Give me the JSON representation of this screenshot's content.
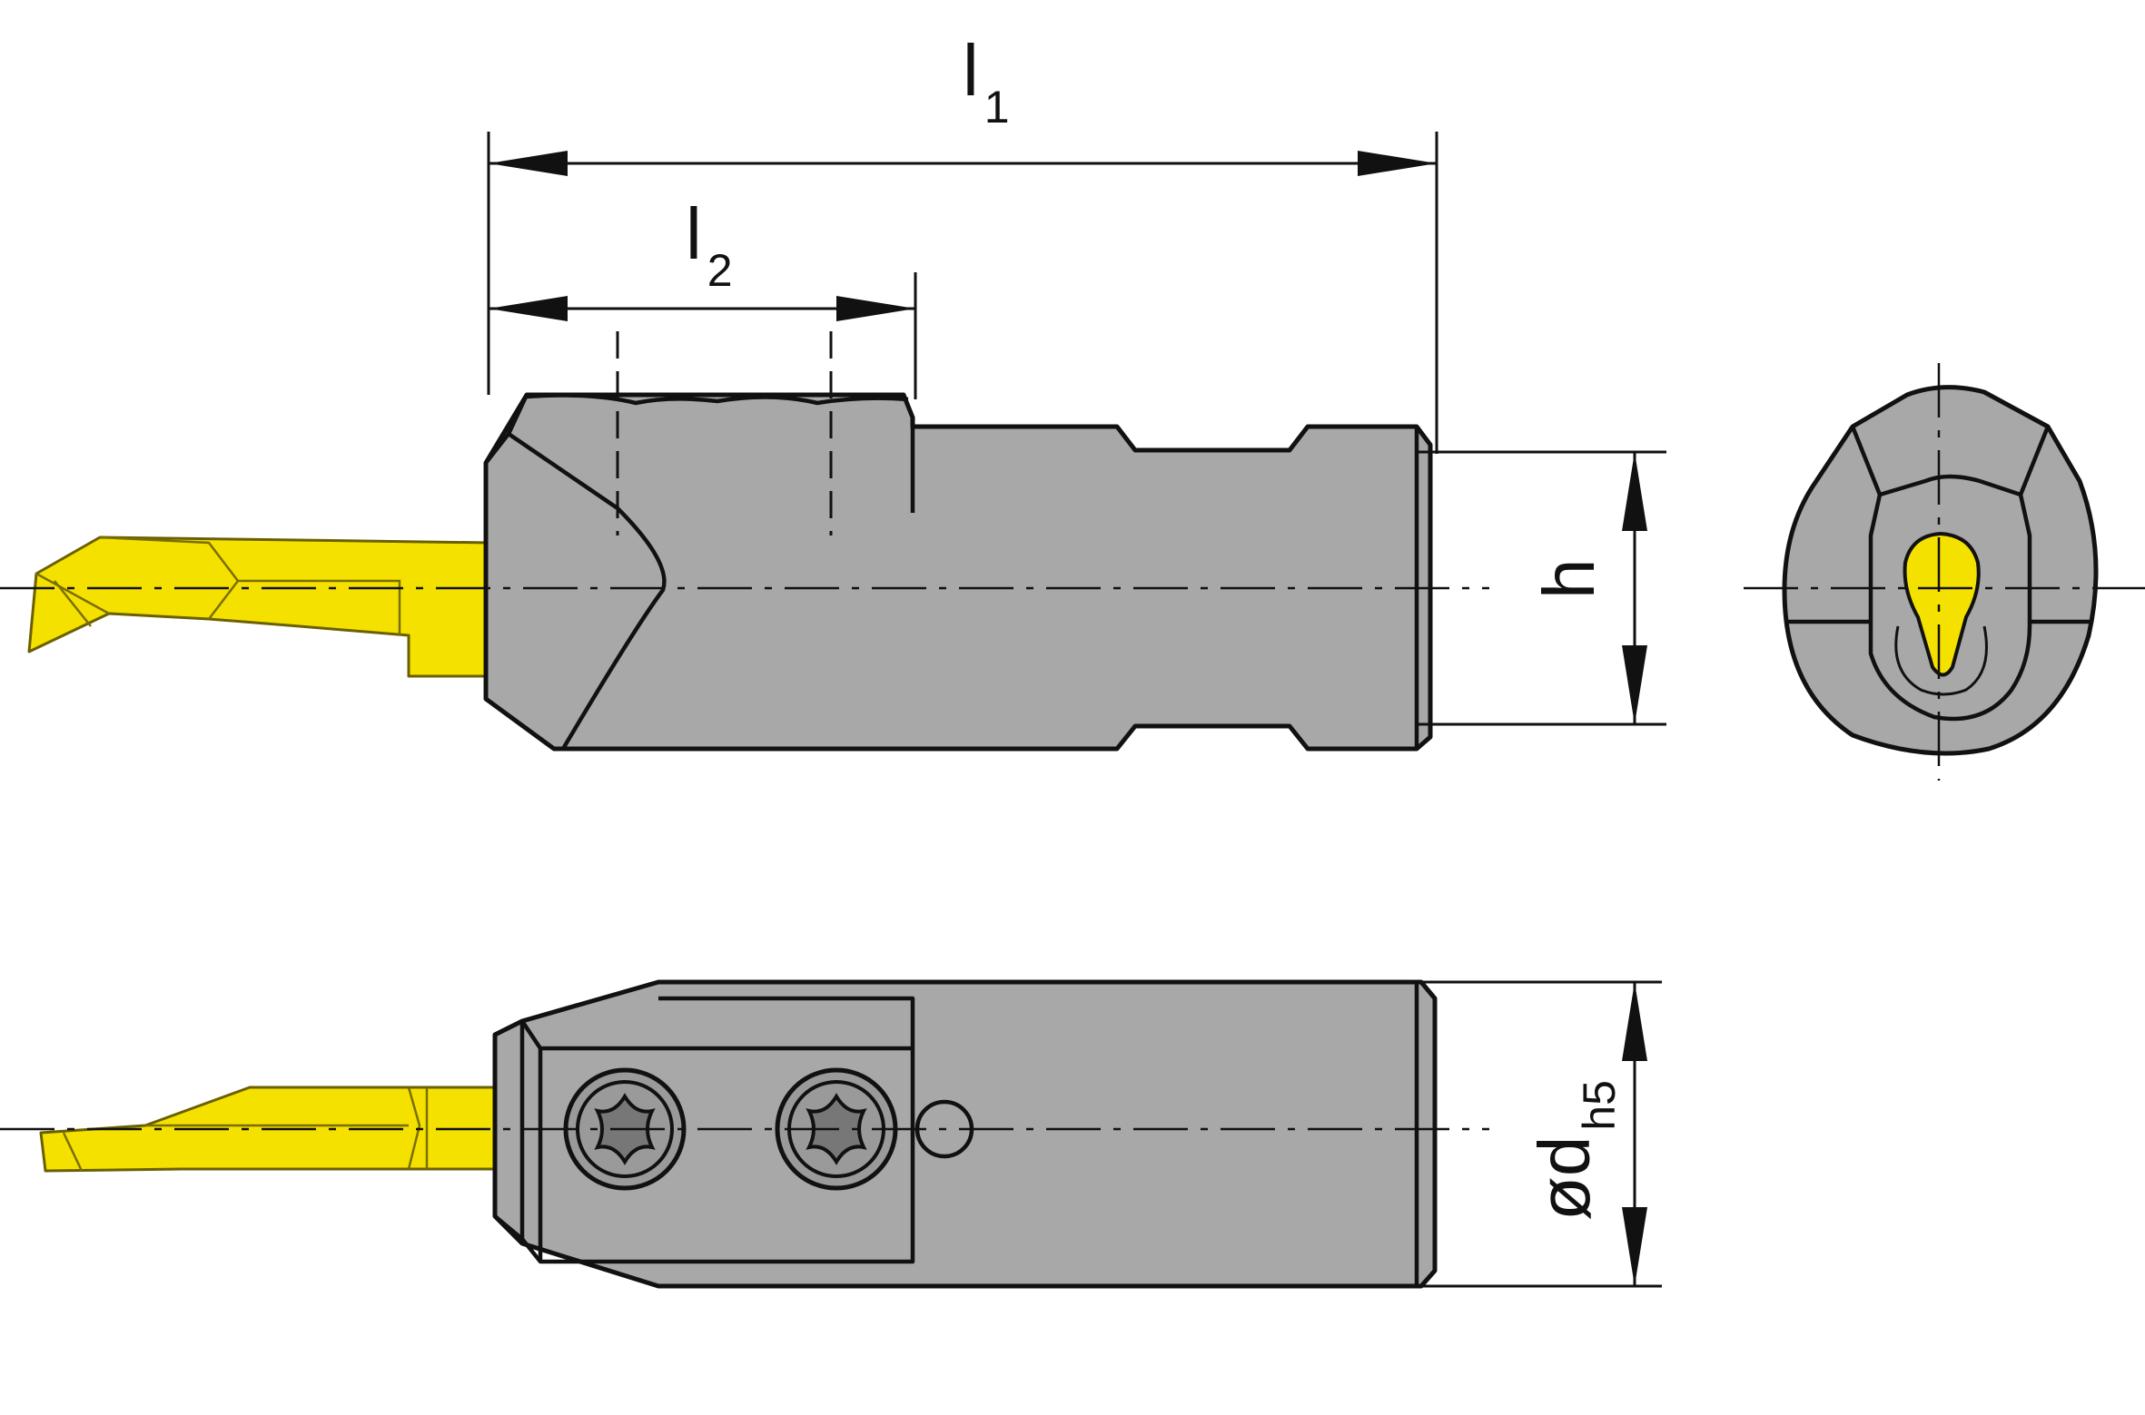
{
  "labels": {
    "l1": {
      "main": "l",
      "sub": "1"
    },
    "l2": {
      "main": "l",
      "sub": "2"
    },
    "h": {
      "main": "h"
    },
    "d": {
      "main": "ød",
      "sub": "h5"
    }
  },
  "colors": {
    "body": "#a8a8a8",
    "insert": "#f5e100",
    "outline": "#111111",
    "background": "#ffffff"
  }
}
